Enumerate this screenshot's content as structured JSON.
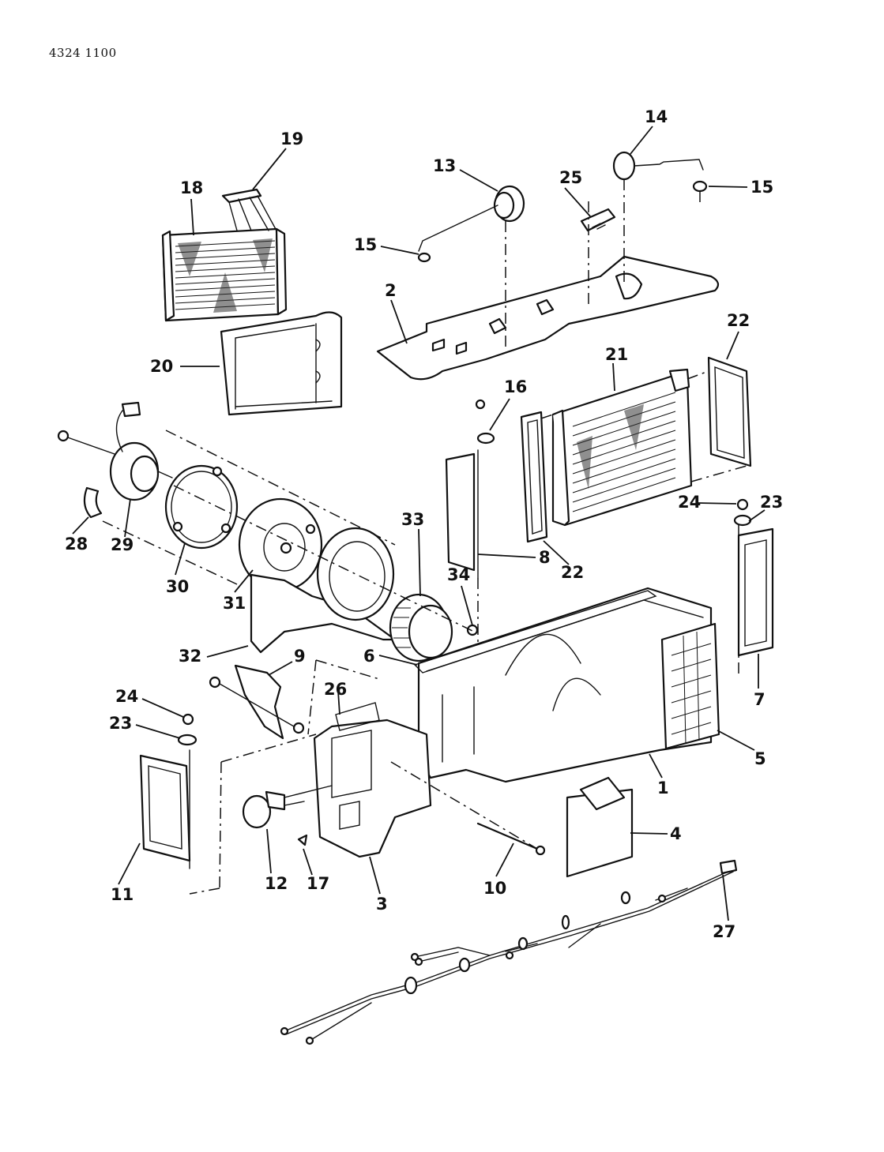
{
  "document": {
    "reference_code": "4324 1100",
    "type": "exploded parts diagram — heater / A/C housing assembly"
  },
  "callouts": [
    {
      "id": "c1",
      "label": "1",
      "part": "housing-main"
    },
    {
      "id": "c2",
      "label": "2",
      "part": "housing-cover"
    },
    {
      "id": "c3",
      "label": "3",
      "part": "housing-lower"
    },
    {
      "id": "c4",
      "label": "4",
      "part": "duct-outlet"
    },
    {
      "id": "c5",
      "label": "5",
      "part": "grille-panel"
    },
    {
      "id": "c6",
      "label": "6",
      "part": "gasket-seal"
    },
    {
      "id": "c7",
      "label": "7",
      "part": "door-right"
    },
    {
      "id": "c8",
      "label": "8",
      "part": "door-center"
    },
    {
      "id": "c9",
      "label": "9",
      "part": "door-small"
    },
    {
      "id": "c10",
      "label": "10",
      "part": "rod"
    },
    {
      "id": "c11",
      "label": "11",
      "part": "door-left"
    },
    {
      "id": "c12",
      "label": "12",
      "part": "actuator-lower"
    },
    {
      "id": "c13",
      "label": "13",
      "part": "actuator-upper"
    },
    {
      "id": "c14",
      "label": "14",
      "part": "actuator-right"
    },
    {
      "id": "c15a",
      "label": "15",
      "part": "clip-left"
    },
    {
      "id": "c15b",
      "label": "15",
      "part": "clip-right"
    },
    {
      "id": "c16",
      "label": "16",
      "part": "nut-retainer-center"
    },
    {
      "id": "c17",
      "label": "17",
      "part": "plug"
    },
    {
      "id": "c18",
      "label": "18",
      "part": "heater-core"
    },
    {
      "id": "c19",
      "label": "19",
      "part": "heater-core-tubes"
    },
    {
      "id": "c20",
      "label": "20",
      "part": "heater-core-frame"
    },
    {
      "id": "c21",
      "label": "21",
      "part": "evaporator-core"
    },
    {
      "id": "c22a",
      "label": "22",
      "part": "seal-right"
    },
    {
      "id": "c22b",
      "label": "22",
      "part": "seal-left"
    },
    {
      "id": "c23a",
      "label": "23",
      "part": "retainer-right"
    },
    {
      "id": "c24a",
      "label": "24",
      "part": "nut-right"
    },
    {
      "id": "c23b",
      "label": "23",
      "part": "retainer-left"
    },
    {
      "id": "c24b",
      "label": "24",
      "part": "nut-left"
    },
    {
      "id": "c25",
      "label": "25",
      "part": "resistor"
    },
    {
      "id": "c26",
      "label": "26",
      "part": "housing-insert"
    },
    {
      "id": "c27",
      "label": "27",
      "part": "wiring-harness"
    },
    {
      "id": "c28",
      "label": "28",
      "part": "hose-elbow"
    },
    {
      "id": "c29",
      "label": "29",
      "part": "blower-motor"
    },
    {
      "id": "c30",
      "label": "30",
      "part": "motor-gasket"
    },
    {
      "id": "c31",
      "label": "31",
      "part": "motor-plate"
    },
    {
      "id": "c32",
      "label": "32",
      "part": "blower-scroll-plate"
    },
    {
      "id": "c33",
      "label": "33",
      "part": "blower-wheel"
    },
    {
      "id": "c34",
      "label": "34",
      "part": "wheel-nut"
    }
  ]
}
